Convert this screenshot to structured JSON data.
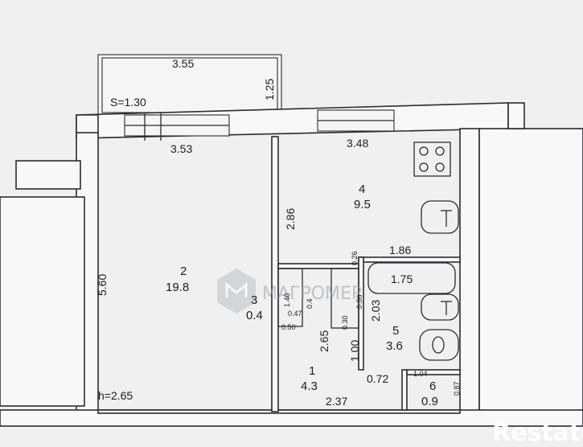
{
  "plan": {
    "balcony": {
      "width": "3.55",
      "depth": "1.25",
      "area": "S=1.30"
    },
    "rooms": [
      {
        "num": "2",
        "area": "19.8",
        "width": "3.53",
        "length": "5.60",
        "ceiling": "h=2.65"
      },
      {
        "num": "4",
        "area": "9.5",
        "width": "3.48",
        "length": "2.86"
      },
      {
        "num": "3",
        "area": "0.4"
      },
      {
        "num": "1",
        "area": "4.3",
        "width": "2.37",
        "length": "2.65"
      },
      {
        "num": "5",
        "area": "3.6",
        "width": "1.86",
        "length": "2.03",
        "bath": "1.75"
      },
      {
        "num": "6",
        "area": "0.9",
        "width": "1.04",
        "length": "0.87"
      }
    ],
    "small_dims": {
      "closet_a": "1.40",
      "closet_b": "0.47",
      "closet_c": "0.50",
      "closet_d": "0.30",
      "closet_e": "0.26",
      "closet_f": "0.86",
      "hall_a": "1.00",
      "hall_b": "0.72",
      "closet_g": "0.4"
    }
  },
  "watermark": {
    "text": "МАГРОМЕР"
  },
  "brand": {
    "text": "Restate"
  }
}
